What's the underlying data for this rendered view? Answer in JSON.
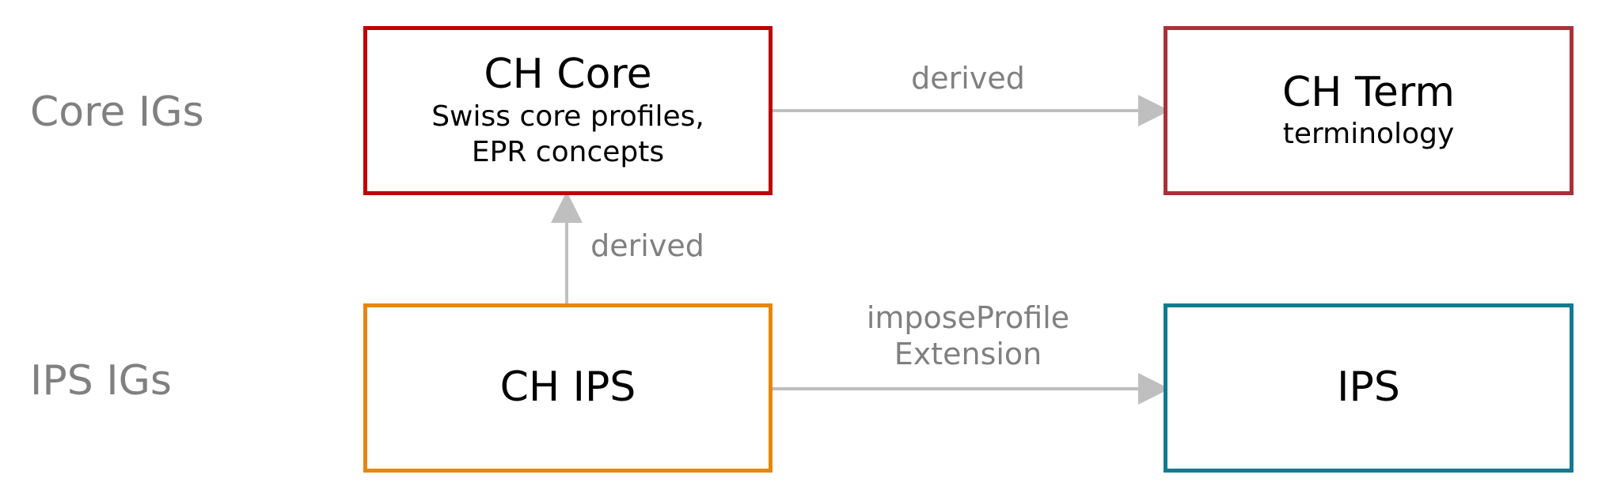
{
  "rows": {
    "core": {
      "label": "Core IGs"
    },
    "ips": {
      "label": "IPS IGs"
    }
  },
  "nodes": {
    "ch_core": {
      "title": "CH Core",
      "subtitle": "Swiss core profiles,\nEPR concepts",
      "border_color": "#C00000"
    },
    "ch_term": {
      "title": "CH Term",
      "subtitle": "terminology",
      "border_color": "#A9313A"
    },
    "ch_ips": {
      "title": "CH IPS",
      "subtitle": "",
      "border_color": "#E8860F"
    },
    "ips": {
      "title": "IPS",
      "subtitle": "",
      "border_color": "#137A93"
    }
  },
  "edges": {
    "core_to_term": {
      "label": "derived"
    },
    "ips_to_core": {
      "label": "derived"
    },
    "chips_to_ips": {
      "label": "imposeProfile\nExtension"
    }
  },
  "colors": {
    "arrow": "#BFBFBF",
    "muted_text": "#808080"
  }
}
